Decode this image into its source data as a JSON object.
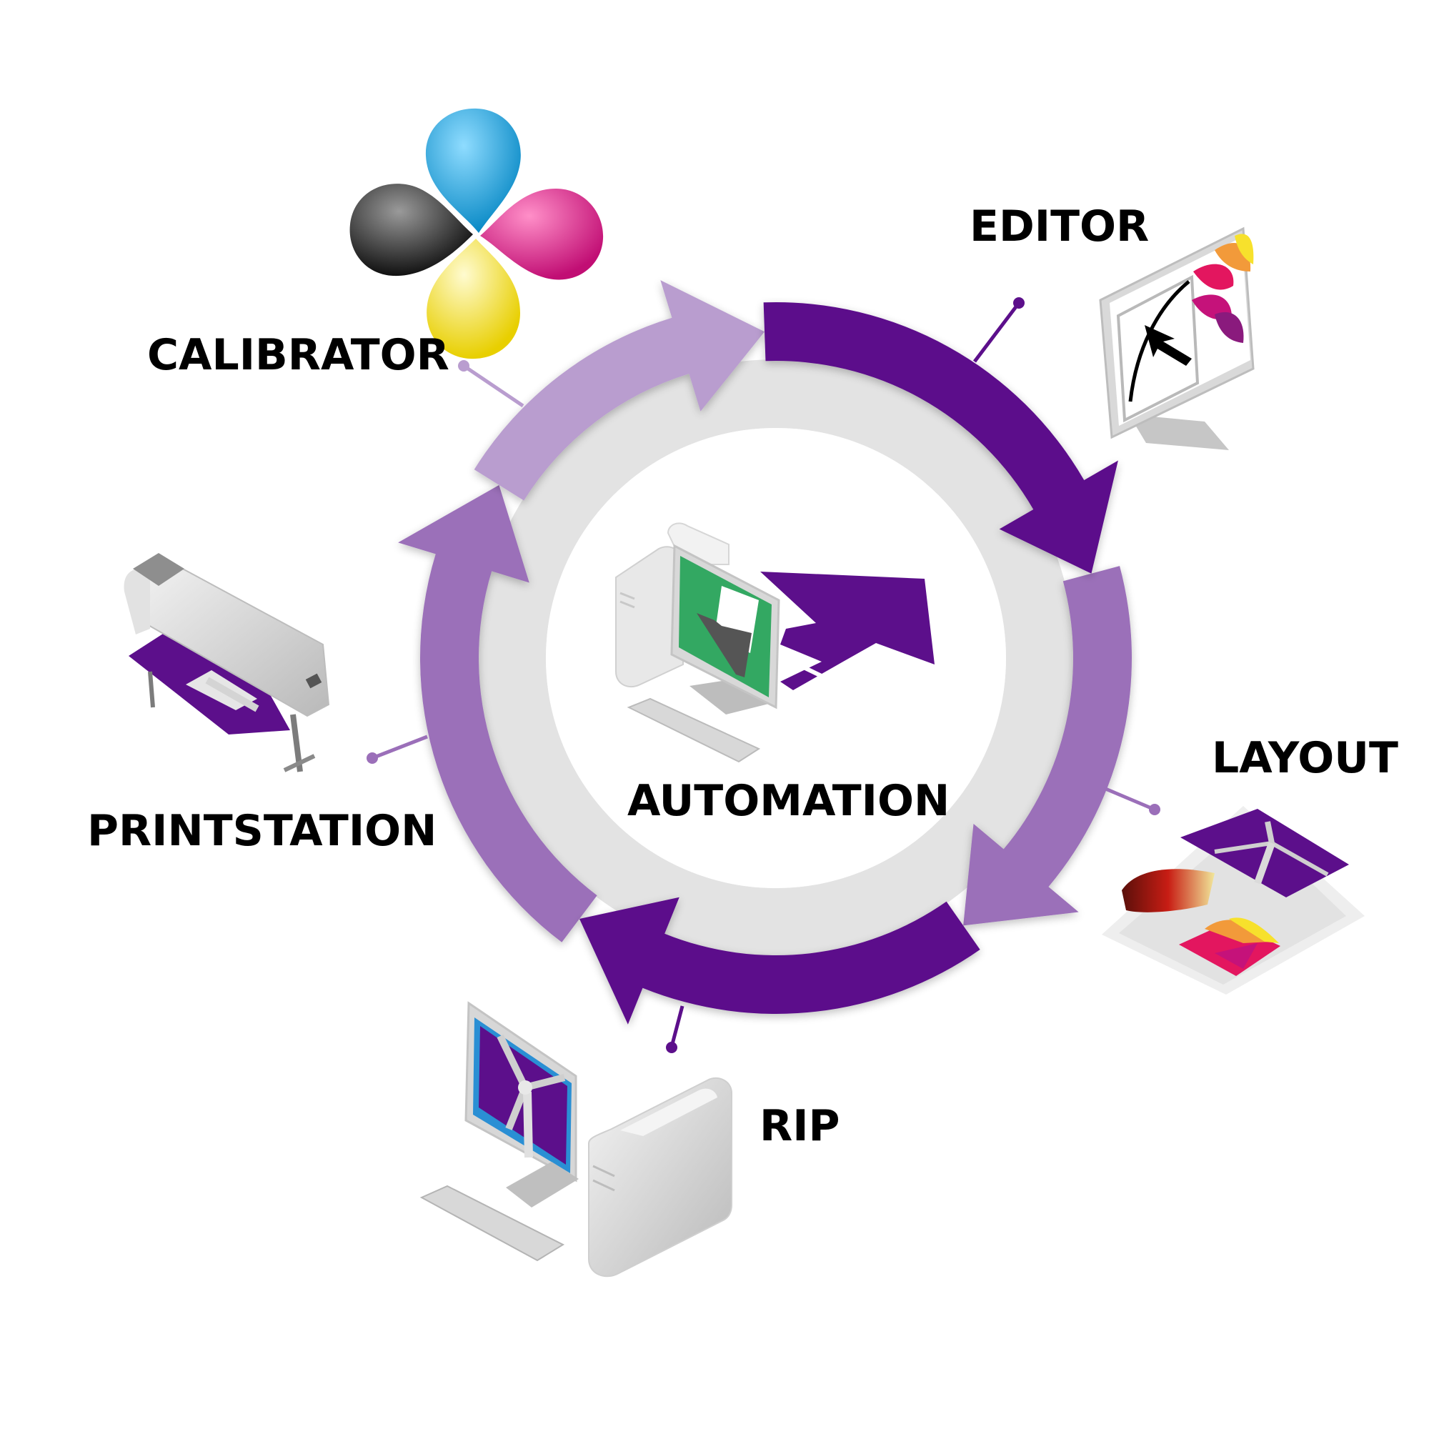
{
  "diagram": {
    "title": "Workflow cycle",
    "center": {
      "label": "AUTOMATION",
      "icon": "computer-with-folder-and-arrow"
    },
    "nodes": [
      {
        "id": "calibrator",
        "label": "CALIBRATOR",
        "icon": "cmyk-ink-drops"
      },
      {
        "id": "editor",
        "label": "EDITOR",
        "icon": "monitor-with-curve-editor"
      },
      {
        "id": "layout",
        "label": "LAYOUT",
        "icon": "nested-sheets-layout"
      },
      {
        "id": "rip",
        "label": "RIP",
        "icon": "workstation-with-monitor"
      },
      {
        "id": "printstation",
        "label": "PRINTSTATION",
        "icon": "wide-format-printer"
      }
    ],
    "flow_direction": "clockwise"
  },
  "colors": {
    "dark_purple": "#5c0f8b",
    "mid_purple": "#9b6fb9",
    "light_purple": "#b99dcf",
    "ring_gray": "#e3e3e3",
    "cyan": "#1aa3dc",
    "magenta": "#d4147f",
    "yellow": "#f5e400",
    "black_ink": "#2a2a2a",
    "screen_green": "#33a862",
    "screen_blue": "#2a8fd4"
  }
}
